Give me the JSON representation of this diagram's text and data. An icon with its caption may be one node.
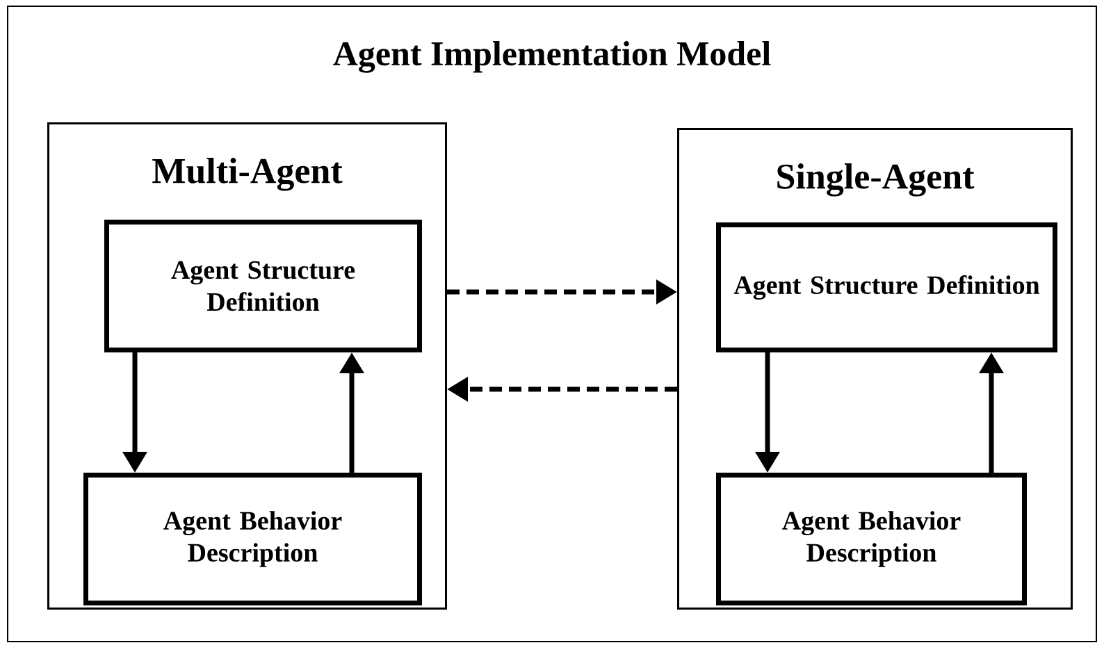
{
  "diagram": {
    "nodes": [
      {
        "text": [
          "Agent Implementation Model"
        ]
      },
      {
        "text": [
          "Multi-Agent"
        ],
        "in": 0
      },
      {
        "text": [
          "Agent Structure Definition"
        ],
        "in": 1
      },
      {
        "text": [
          "Agent Behavior Description"
        ],
        "in": 1
      },
      {
        "text": [
          "Single-Agent"
        ],
        "in": 0
      },
      {
        "text": [
          "Agent Structure Definition"
        ],
        "in": 4
      },
      {
        "text": [
          "Agent Behavior Description"
        ],
        "in": 4
      }
    ],
    "edges": [
      {
        "from": 2,
        "to": 3,
        "arrow": "to"
      },
      {
        "from": 3,
        "to": 2,
        "arrow": "to"
      },
      {
        "from": 1,
        "to": 4,
        "arrow": "to",
        "style": "dashed"
      },
      {
        "from": 4,
        "to": 1,
        "arrow": "to",
        "style": "dashed"
      },
      {
        "from": 5,
        "to": 6,
        "arrow": "to"
      },
      {
        "from": 6,
        "to": 5,
        "arrow": "to"
      }
    ]
  }
}
